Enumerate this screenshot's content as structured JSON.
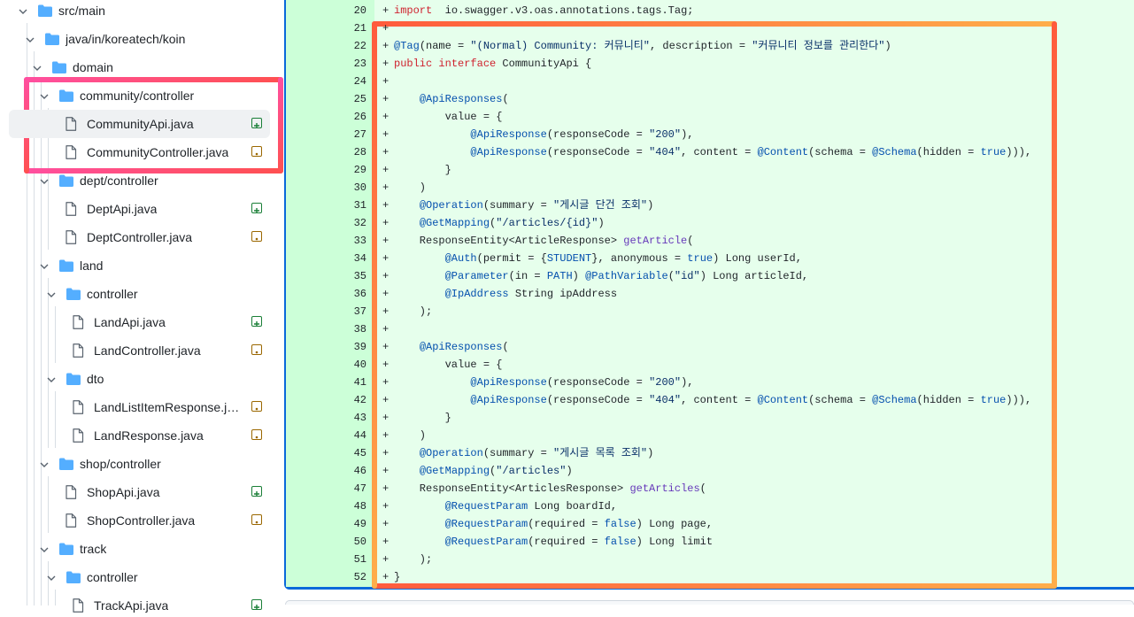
{
  "file_tree": [
    {
      "label": "src/main",
      "type": "folder",
      "depth": 0
    },
    {
      "label": "java/in/koreatech/koin",
      "type": "folder",
      "depth": 1
    },
    {
      "label": "domain",
      "type": "folder",
      "depth": 2
    },
    {
      "label": "community/controller",
      "type": "folder",
      "depth": 3
    },
    {
      "label": "CommunityApi.java",
      "type": "file",
      "depth": 4,
      "status": "added",
      "selected": true
    },
    {
      "label": "CommunityController.java",
      "type": "file",
      "depth": 4,
      "status": "modified"
    },
    {
      "label": "dept/controller",
      "type": "folder",
      "depth": 3
    },
    {
      "label": "DeptApi.java",
      "type": "file",
      "depth": 4,
      "status": "added"
    },
    {
      "label": "DeptController.java",
      "type": "file",
      "depth": 4,
      "status": "modified"
    },
    {
      "label": "land",
      "type": "folder",
      "depth": 3
    },
    {
      "label": "controller",
      "type": "folder",
      "depth": 4
    },
    {
      "label": "LandApi.java",
      "type": "file",
      "depth": 5,
      "status": "added"
    },
    {
      "label": "LandController.java",
      "type": "file",
      "depth": 5,
      "status": "modified"
    },
    {
      "label": "dto",
      "type": "folder",
      "depth": 4
    },
    {
      "label": "LandListItemResponse.java",
      "type": "file",
      "depth": 5,
      "status": "modified"
    },
    {
      "label": "LandResponse.java",
      "type": "file",
      "depth": 5,
      "status": "modified"
    },
    {
      "label": "shop/controller",
      "type": "folder",
      "depth": 3
    },
    {
      "label": "ShopApi.java",
      "type": "file",
      "depth": 4,
      "status": "added"
    },
    {
      "label": "ShopController.java",
      "type": "file",
      "depth": 4,
      "status": "modified"
    },
    {
      "label": "track",
      "type": "folder",
      "depth": 3
    },
    {
      "label": "controller",
      "type": "folder",
      "depth": 4
    },
    {
      "label": "TrackApi.java",
      "type": "file",
      "depth": 5,
      "status": "added"
    }
  ],
  "diff": {
    "marker": "+",
    "lines": [
      {
        "n": "20",
        "t": [
          [
            "kw",
            "import"
          ],
          [
            "",
            "  io.swagger.v3.oas.annotations.tags.Tag;"
          ]
        ]
      },
      {
        "n": "21",
        "t": []
      },
      {
        "n": "22",
        "t": [
          [
            "an",
            "@Tag"
          ],
          [
            "",
            "(name = "
          ],
          [
            "str",
            "\"(Normal) Community: 커뮤니티\""
          ],
          [
            "",
            ", description = "
          ],
          [
            "str",
            "\"커뮤니티 정보를 관리한다\""
          ],
          [
            "",
            ")"
          ]
        ]
      },
      {
        "n": "23",
        "t": [
          [
            "kw",
            "public"
          ],
          [
            "",
            " "
          ],
          [
            "kw",
            "interface"
          ],
          [
            "",
            " CommunityApi {"
          ]
        ]
      },
      {
        "n": "24",
        "t": []
      },
      {
        "n": "25",
        "t": [
          [
            "",
            "    "
          ],
          [
            "an",
            "@ApiResponses"
          ],
          [
            "",
            "("
          ]
        ]
      },
      {
        "n": "26",
        "t": [
          [
            "",
            "        value = {"
          ]
        ]
      },
      {
        "n": "27",
        "t": [
          [
            "",
            "            "
          ],
          [
            "an",
            "@ApiResponse"
          ],
          [
            "",
            "(responseCode = "
          ],
          [
            "str",
            "\"200\""
          ],
          [
            "",
            "),"
          ]
        ]
      },
      {
        "n": "28",
        "t": [
          [
            "",
            "            "
          ],
          [
            "an",
            "@ApiResponse"
          ],
          [
            "",
            "(responseCode = "
          ],
          [
            "str",
            "\"404\""
          ],
          [
            "",
            ", content = "
          ],
          [
            "an",
            "@Content"
          ],
          [
            "",
            "(schema = "
          ],
          [
            "an",
            "@Schema"
          ],
          [
            "",
            "(hidden = "
          ],
          [
            "con",
            "true"
          ],
          [
            "",
            "))),"
          ]
        ]
      },
      {
        "n": "29",
        "t": [
          [
            "",
            "        }"
          ]
        ]
      },
      {
        "n": "30",
        "t": [
          [
            "",
            "    )"
          ]
        ]
      },
      {
        "n": "31",
        "t": [
          [
            "",
            "    "
          ],
          [
            "an",
            "@Operation"
          ],
          [
            "",
            "(summary = "
          ],
          [
            "str",
            "\"게시글 단건 조회\""
          ],
          [
            "",
            ")"
          ]
        ]
      },
      {
        "n": "32",
        "t": [
          [
            "",
            "    "
          ],
          [
            "an",
            "@GetMapping"
          ],
          [
            "",
            "("
          ],
          [
            "str",
            "\"/articles/{id}\""
          ],
          [
            "",
            ")"
          ]
        ]
      },
      {
        "n": "33",
        "t": [
          [
            "",
            "    ResponseEntity<ArticleResponse> "
          ],
          [
            "fn",
            "getArticle"
          ],
          [
            "",
            "("
          ]
        ]
      },
      {
        "n": "34",
        "t": [
          [
            "",
            "        "
          ],
          [
            "an",
            "@Auth"
          ],
          [
            "",
            "(permit = {"
          ],
          [
            "con",
            "STUDENT"
          ],
          [
            "",
            "}, anonymous = "
          ],
          [
            "con",
            "true"
          ],
          [
            "",
            ") Long userId,"
          ]
        ]
      },
      {
        "n": "35",
        "t": [
          [
            "",
            "        "
          ],
          [
            "an",
            "@Parameter"
          ],
          [
            "",
            "(in = "
          ],
          [
            "con",
            "PATH"
          ],
          [
            "",
            ") "
          ],
          [
            "an",
            "@PathVariable"
          ],
          [
            "",
            "("
          ],
          [
            "str",
            "\"id\""
          ],
          [
            "",
            ") Long articleId,"
          ]
        ]
      },
      {
        "n": "36",
        "t": [
          [
            "",
            "        "
          ],
          [
            "an",
            "@IpAddress"
          ],
          [
            "",
            " String ipAddress"
          ]
        ]
      },
      {
        "n": "37",
        "t": [
          [
            "",
            "    );"
          ]
        ]
      },
      {
        "n": "38",
        "t": []
      },
      {
        "n": "39",
        "t": [
          [
            "",
            "    "
          ],
          [
            "an",
            "@ApiResponses"
          ],
          [
            "",
            "("
          ]
        ]
      },
      {
        "n": "40",
        "t": [
          [
            "",
            "        value = {"
          ]
        ]
      },
      {
        "n": "41",
        "t": [
          [
            "",
            "            "
          ],
          [
            "an",
            "@ApiResponse"
          ],
          [
            "",
            "(responseCode = "
          ],
          [
            "str",
            "\"200\""
          ],
          [
            "",
            "),"
          ]
        ]
      },
      {
        "n": "42",
        "t": [
          [
            "",
            "            "
          ],
          [
            "an",
            "@ApiResponse"
          ],
          [
            "",
            "(responseCode = "
          ],
          [
            "str",
            "\"404\""
          ],
          [
            "",
            ", content = "
          ],
          [
            "an",
            "@Content"
          ],
          [
            "",
            "(schema = "
          ],
          [
            "an",
            "@Schema"
          ],
          [
            "",
            "(hidden = "
          ],
          [
            "con",
            "true"
          ],
          [
            "",
            "))),"
          ]
        ]
      },
      {
        "n": "43",
        "t": [
          [
            "",
            "        }"
          ]
        ]
      },
      {
        "n": "44",
        "t": [
          [
            "",
            "    )"
          ]
        ]
      },
      {
        "n": "45",
        "t": [
          [
            "",
            "    "
          ],
          [
            "an",
            "@Operation"
          ],
          [
            "",
            "(summary = "
          ],
          [
            "str",
            "\"게시글 목록 조회\""
          ],
          [
            "",
            ")"
          ]
        ]
      },
      {
        "n": "46",
        "t": [
          [
            "",
            "    "
          ],
          [
            "an",
            "@GetMapping"
          ],
          [
            "",
            "("
          ],
          [
            "str",
            "\"/articles\""
          ],
          [
            "",
            ")"
          ]
        ]
      },
      {
        "n": "47",
        "t": [
          [
            "",
            "    ResponseEntity<ArticlesResponse> "
          ],
          [
            "fn",
            "getArticles"
          ],
          [
            "",
            "("
          ]
        ]
      },
      {
        "n": "48",
        "t": [
          [
            "",
            "        "
          ],
          [
            "an",
            "@RequestParam"
          ],
          [
            "",
            " Long boardId,"
          ]
        ]
      },
      {
        "n": "49",
        "t": [
          [
            "",
            "        "
          ],
          [
            "an",
            "@RequestParam"
          ],
          [
            "",
            "(required = "
          ],
          [
            "con",
            "false"
          ],
          [
            "",
            ") Long page,"
          ]
        ]
      },
      {
        "n": "50",
        "t": [
          [
            "",
            "        "
          ],
          [
            "an",
            "@RequestParam"
          ],
          [
            "",
            "(required = "
          ],
          [
            "con",
            "false"
          ],
          [
            "",
            ") Long limit"
          ]
        ]
      },
      {
        "n": "51",
        "t": [
          [
            "",
            "    );"
          ]
        ]
      },
      {
        "n": "52",
        "t": [
          [
            "",
            "}"
          ]
        ]
      }
    ]
  },
  "colors": {
    "added_badge": "#1a7f37",
    "modified_badge": "#9a6700",
    "folder": "#54aeff",
    "highlight_tree": "#ff4f7a",
    "highlight_code": "#ff7a45"
  }
}
